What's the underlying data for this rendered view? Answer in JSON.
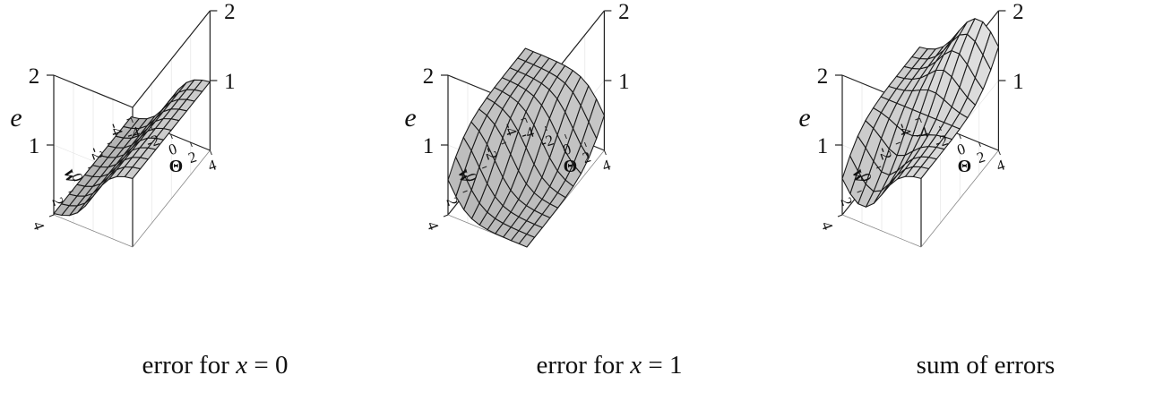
{
  "figure_title": "",
  "chart_data": [
    {
      "type": "surface",
      "caption": "error for x = 0",
      "caption_parts": {
        "prefix": "error for ",
        "var": "x",
        "suffix": " = 0"
      },
      "zlabel": "e",
      "xlabel": "Θ",
      "ylabel": "w",
      "x_ticks": [
        "-4",
        "-2",
        "0",
        "2",
        "4"
      ],
      "y_ticks": [
        "4",
        "2",
        "0",
        "-2",
        "-4"
      ],
      "z_left_ticks": [
        "1",
        "2"
      ],
      "z_right_ticks": [
        "1",
        "2"
      ],
      "xlim": [
        -4,
        4
      ],
      "ylim": [
        -4,
        4
      ],
      "zlim": [
        0,
        2
      ],
      "surface_function": "e = sigmoid(theta)",
      "surface_samples_at_theta": {
        "theta": [
          -4,
          -2,
          0,
          2,
          4
        ],
        "e": [
          0.02,
          0.12,
          0.5,
          0.88,
          0.98
        ]
      },
      "grid": true,
      "surface_color": "#c8c8c8",
      "mesh_color": "#1a1a1a"
    },
    {
      "type": "surface",
      "caption": "error for x = 1",
      "caption_parts": {
        "prefix": "error for ",
        "var": "x",
        "suffix": " = 1"
      },
      "zlabel": "e",
      "xlabel": "Θ",
      "ylabel": "w",
      "x_ticks": [
        "-4",
        "-2",
        "0",
        "2",
        "4"
      ],
      "y_ticks": [
        "4",
        "2",
        "0",
        "-2",
        "-4"
      ],
      "z_left_ticks": [
        "1",
        "2"
      ],
      "z_right_ticks": [
        "1",
        "2"
      ],
      "xlim": [
        -4,
        4
      ],
      "ylim": [
        -4,
        4
      ],
      "zlim": [
        0,
        2
      ],
      "surface_function": "e = 1 - sigmoid(w + theta)",
      "surface_samples_at_w0": {
        "theta": [
          -4,
          -2,
          0,
          2,
          4
        ],
        "e": [
          0.98,
          0.88,
          0.5,
          0.12,
          0.02
        ]
      },
      "grid": true,
      "surface_color": "#c8c8c8",
      "mesh_color": "#1a1a1a"
    },
    {
      "type": "surface",
      "caption": "sum of errors",
      "caption_parts": {
        "prefix": "sum of errors",
        "var": "",
        "suffix": ""
      },
      "zlabel": "e",
      "xlabel": "Θ",
      "ylabel": "w",
      "x_ticks": [
        "-4",
        "-2",
        "0",
        "2",
        "4"
      ],
      "y_ticks": [
        "4",
        "2",
        "0",
        "-2",
        "-4"
      ],
      "z_left_ticks": [
        "1",
        "2"
      ],
      "z_right_ticks": [
        "1",
        "2"
      ],
      "xlim": [
        -4,
        4
      ],
      "ylim": [
        -4,
        4
      ],
      "zlim": [
        0,
        2
      ],
      "surface_function": "e = sigmoid(theta) + 1 - sigmoid(w + theta)",
      "surface_samples_at_w0": {
        "theta": [
          -4,
          -2,
          0,
          2,
          4
        ],
        "e": [
          1.0,
          1.0,
          1.0,
          1.0,
          1.0
        ]
      },
      "grid": true,
      "surface_color": "#d4d4d4",
      "mesh_color": "#1a1a1a"
    }
  ]
}
